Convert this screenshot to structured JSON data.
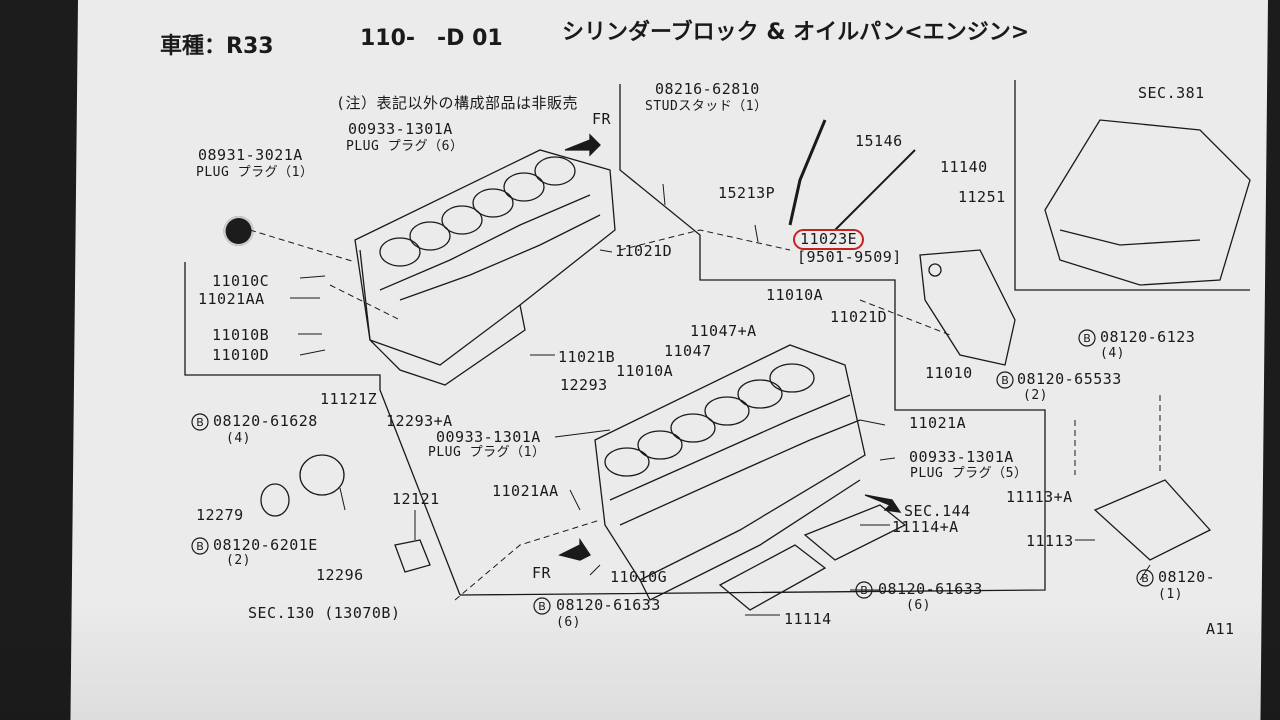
{
  "header": {
    "model": "車種：R33",
    "section": "110-　-D 01",
    "title": "シリンダーブロック & オイルパン<エンジン>"
  },
  "notes": {
    "not_sold": "(注）表記以外の構成部品は非販売"
  },
  "labels": {
    "fr_top": "FR",
    "fr_bottom": "FR",
    "p08216": "08216-62810",
    "stud": "STUDスタッド（1）",
    "p00933_top": "00933-1301A",
    "plug6": "PLUG プラグ（6）",
    "p15146": "15146",
    "p11140": "11140",
    "p08931": "08931-3021A",
    "plug1_top": "PLUG プラグ（1）",
    "p15213p": "15213P",
    "p11251": "11251",
    "p11023e": "11023E",
    "p11023e_range": "[9501-9509]",
    "p11021d_top": "11021D",
    "p11010c": "11010C",
    "p11021aa_left": "11021AA",
    "p11010b": "11010B",
    "p11010d": "11010D",
    "p11010a_mid": "11010A",
    "p11047a": "11047+A",
    "p11047": "11047",
    "p11021d_right": "11021D",
    "p11021b": "11021B",
    "p11010a_lower": "11010A",
    "p12293": "12293",
    "p12293a": "12293+A",
    "p11010": "11010",
    "p11121z": "11121Z",
    "b08120_61628": "08120-61628",
    "q4_a": "(4)",
    "p00933_mid": "00933-1301A",
    "plug1_mid": "PLUG プラグ（1）",
    "p11021a": "11021A",
    "p00933_right": "00933-1301A",
    "plug5": "PLUG プラグ（5）",
    "p12279": "12279",
    "p12121": "12121",
    "p11021aa_low": "11021AA",
    "sec144": "SEC.144",
    "p11114a": "11114+A",
    "b08120_6201e": "08120-6201E",
    "q2_a": "(2)",
    "p12296": "12296",
    "p11010g": "11010G",
    "sec130": "SEC.130 (13070B)",
    "b08120_61633_a": "08120-61633",
    "q6_a": "(6)",
    "b08120_61633_b": "08120-61633",
    "q6_b": "(6)",
    "p11114": "11114",
    "sec381": "SEC.381",
    "b08120_6123": "08120-6123",
    "q4_b": "(4)",
    "b08120_65533": "08120-65533",
    "q2_b": "(2)",
    "p11113a": "11113+A",
    "p11113": "11113",
    "b08120_x": "08120-",
    "q1": "(1)",
    "page_code": "A11"
  },
  "colors": {
    "ink": "#1a1a1a",
    "circle": "#c82020",
    "paper": "#ebebeb",
    "background": "#1c1c1c"
  }
}
